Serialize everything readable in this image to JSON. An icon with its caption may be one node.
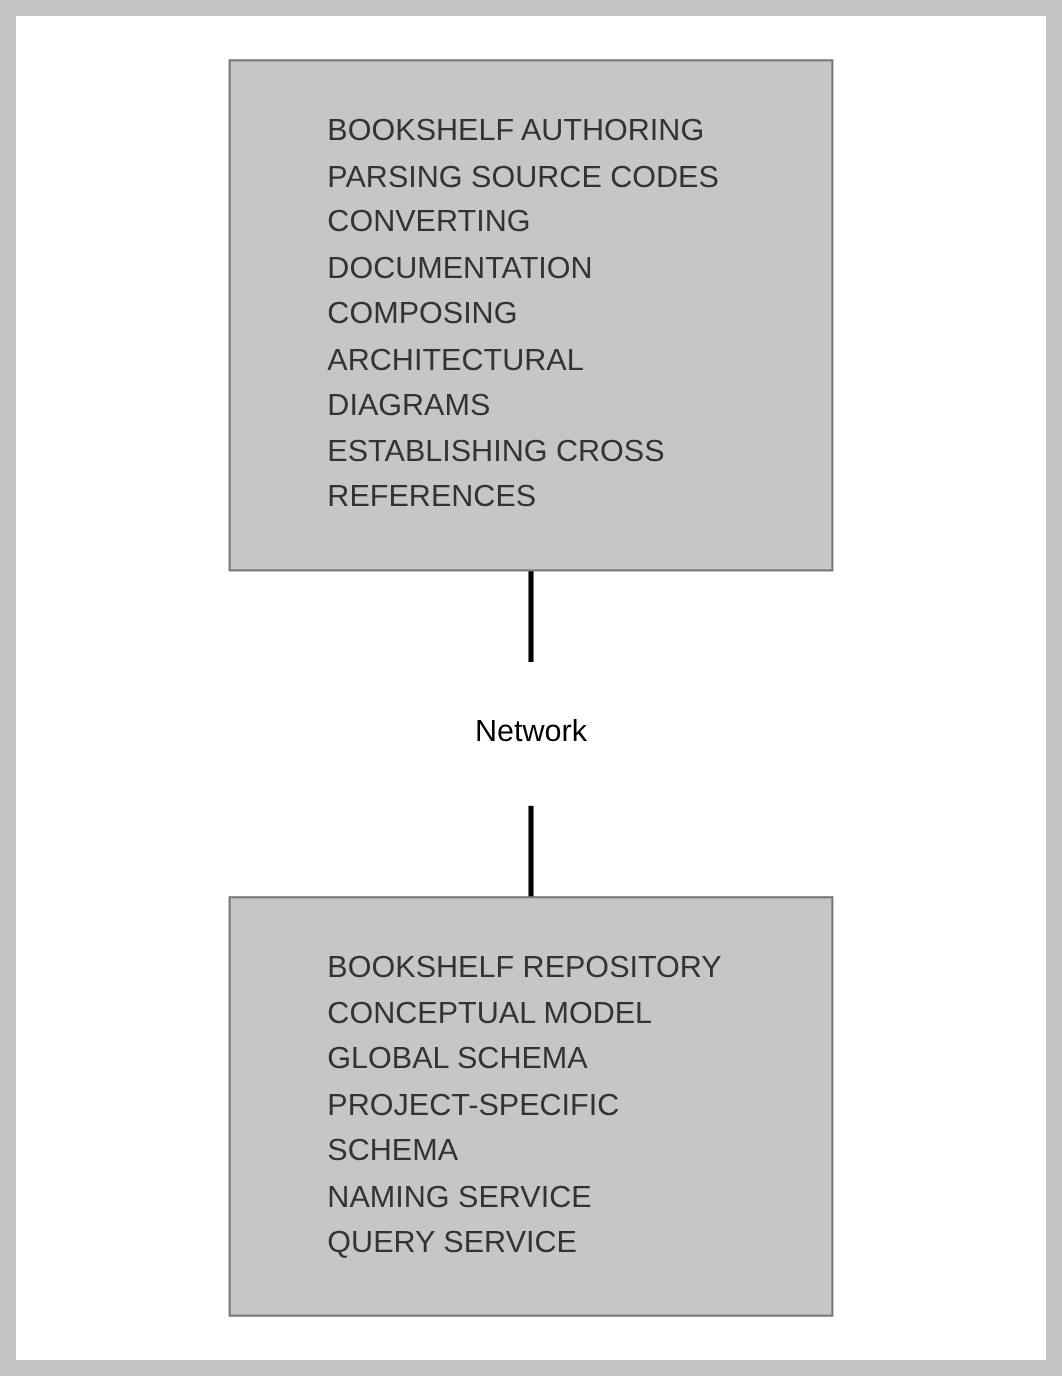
{
  "diagram": {
    "nodes": [
      {
        "text": [
          "BOOKSHELF AUTHORING",
          "PARSING SOURCE CODES",
          "CONVERTING DOCUMENTATION",
          "COMPOSING ARCHITECTURAL DIAGRAMS",
          "ESTABLISHING CROSS REFERENCES"
        ]
      },
      {
        "text": [
          "Network"
        ]
      },
      {
        "text": [
          "BOOKSHELF REPOSITORY",
          "CONCEPTUAL MODEL",
          "GLOBAL SCHEMA",
          "PROJECT-SPECIFIC SCHEMA",
          "NAMING SERVICE",
          "QUERY SERVICE"
        ]
      }
    ],
    "edges": [
      {
        "from": 0,
        "to": 1,
        "arrow": "none"
      },
      {
        "from": 1,
        "to": 2,
        "arrow": "none"
      }
    ]
  }
}
